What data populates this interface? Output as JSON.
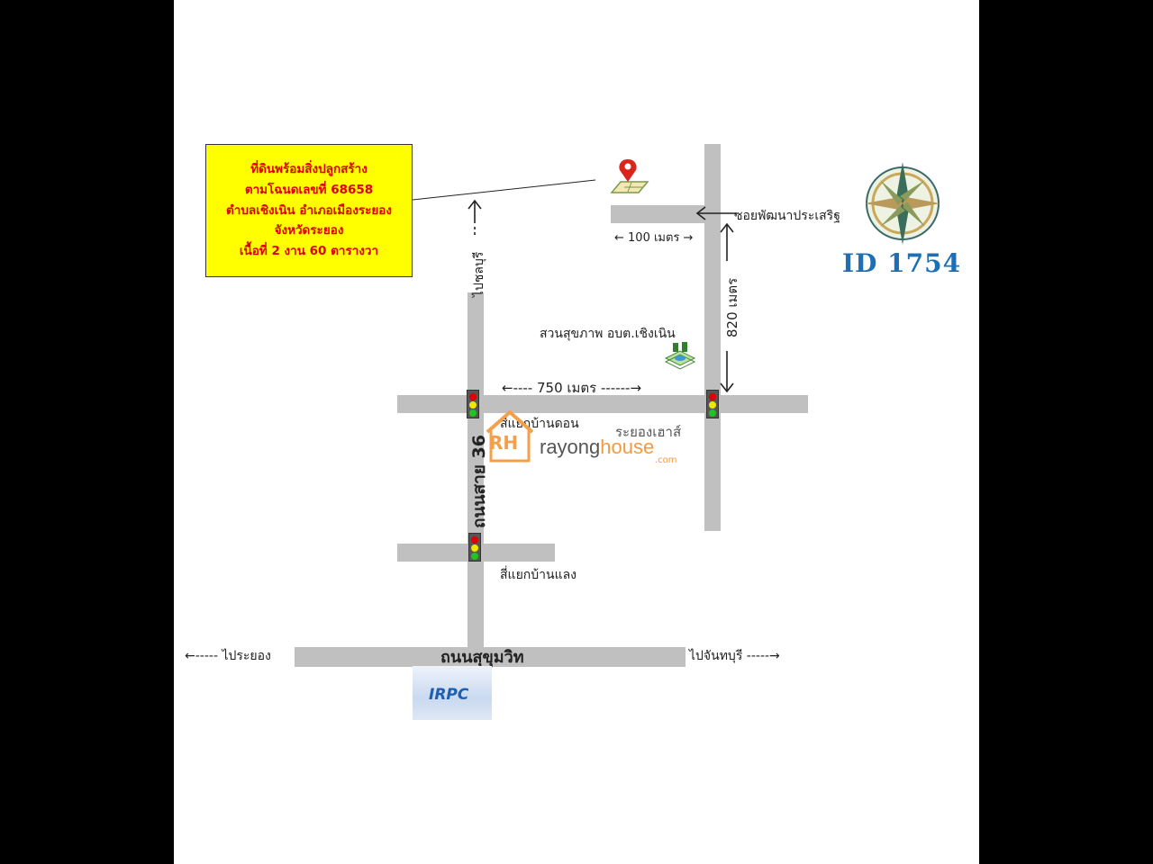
{
  "info_box": {
    "lines": [
      "ที่ดินพร้อมสิ่งปลูกสร้าง",
      "ตามโฉนดเลขที่ 68658",
      "ตำบลเชิงเนิน อำเภอเมืองระยอง",
      "จังหวัดระยอง",
      "เนื้อที่ 2 งาน 60 ตารางวา"
    ]
  },
  "labels": {
    "soi": "ซอยพัฒนาประเสริฐ",
    "dist_100": "← 100 เมตร →",
    "dist_820": "820 เมตร",
    "dist_750": "←----  750 เมตร  ------→",
    "to_chonburi": "ไปชลบุรี",
    "park": "สวนสุขภาพ อบต.เชิงเนิน",
    "junction_bandon": "สี่แยกบ้านดอน",
    "road_36": "ถนนสาย 36",
    "junction_banlaeng": "สี่แยกบ้านแลง",
    "to_rayong": "←----- ไประยอง",
    "sukhumvit": "ถนนสุขุมวิท",
    "to_chanthaburi": "ไปจันทบุรี -----→"
  },
  "listing_id": "ID 1754",
  "logo": {
    "letters": "RH",
    "word_a": "rayong",
    "word_b": "house",
    "thai": "ระยองเฮาส์",
    "com": ".com"
  },
  "irpc_logo": "IRPC",
  "colors": {
    "road": "#c0c0c0",
    "info_bg": "#ffff00",
    "info_text": "#e00000",
    "id_text": "#1f6fb5",
    "logo_accent": "#f29a3e",
    "pin": "#d9251c"
  },
  "icons": [
    "location-pin-icon",
    "compass-rose-icon",
    "traffic-light-icon",
    "park-icon"
  ]
}
